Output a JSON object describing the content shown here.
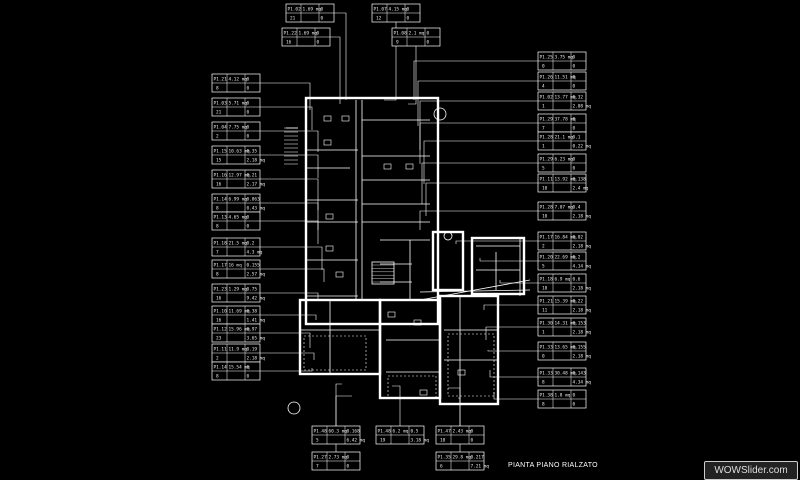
{
  "drawing_title": "PIANTA PIANO RIALZATO",
  "watermark": "WOWSlider.com",
  "line_color": "#ffffff",
  "background_color": "#000000",
  "room_tags": [
    {
      "id": "P1.02",
      "area": "1.69 mq",
      "r2a": "0",
      "r2b": "21",
      "r2c": "0"
    },
    {
      "id": "P1.07",
      "area": "4.15 mq",
      "r2a": "0",
      "r2b": "12",
      "r2c": "0"
    },
    {
      "id": "P1.22",
      "area": "1.69 mq",
      "r2a": "0",
      "r2b": "16",
      "r2c": "0"
    },
    {
      "id": "P1.08",
      "area": "2.1 mq",
      "r2a": "0",
      "r2b": "9",
      "r2c": "0"
    },
    {
      "id": "P1.21",
      "area": "4.12 mq",
      "r2a": "0",
      "r2b": "8",
      "r2c": "0"
    },
    {
      "id": "P1.03",
      "area": "5.71 mq",
      "r2a": "0",
      "r2b": "21",
      "r2c": "0"
    },
    {
      "id": "P1.04",
      "area": "7.75 mq",
      "r2a": "0",
      "r2b": "2",
      "r2c": "0"
    },
    {
      "id": "P1.15",
      "area": "10.63 mq",
      "r2a": "0.35",
      "r2b": "15",
      "r2c": "2.18 mq"
    },
    {
      "id": "P1.16",
      "area": "12.97 mq",
      "r2a": "0.21",
      "r2b": "16",
      "r2c": "2.17 mq"
    },
    {
      "id": "P1.14",
      "area": "6.99 mq",
      "r2a": "0.063",
      "r2b": "8",
      "r2c": "0.43 mq"
    },
    {
      "id": "P1.13",
      "area": "4.65 mq",
      "r2a": "0",
      "r2b": "8",
      "r2c": "0"
    },
    {
      "id": "P1.18",
      "area": "21.5 mq",
      "r2a": "0.2",
      "r2b": "7",
      "r2c": "4.3 mq"
    },
    {
      "id": "P1.17",
      "area": "16 mq",
      "r2a": "0.155",
      "r2b": "8",
      "r2c": "2.57 mq"
    },
    {
      "id": "P1.23",
      "area": "1.29 mq",
      "r2a": "0.75",
      "r2b": "16",
      "r2c": "9.42 mq"
    },
    {
      "id": "P1.10",
      "area": "11.69 mq",
      "r2a": "0.38",
      "r2b": "16",
      "r2c": "1.41 mq"
    },
    {
      "id": "P1.12",
      "area": "15.96 mq",
      "r2a": "0.97",
      "r2b": "23",
      "r2c": "3.65 mq"
    },
    {
      "id": "P1.11",
      "area": "11.9 mq",
      "r2a": "0.19",
      "r2b": "2",
      "r2c": "2.18 mq"
    },
    {
      "id": "P1.14",
      "area": "15.54 mq",
      "r2a": "0",
      "r2b": "8",
      "r2c": "0"
    },
    {
      "id": "P1.25",
      "area": "3.75 mq",
      "r2a": "0",
      "r2b": "0",
      "r2c": "0"
    },
    {
      "id": "P1.26",
      "area": "11.51 mq",
      "r2a": "0",
      "r2b": "4",
      "r2c": "0"
    },
    {
      "id": "P1.02",
      "area": "13.77 mq",
      "r2a": "0.32",
      "r2b": "1",
      "r2c": "2.08 mq"
    },
    {
      "id": "P1.29",
      "area": "37.78 mq",
      "r2a": "0",
      "r2b": "7",
      "r2c": "0"
    },
    {
      "id": "P1.28",
      "area": "21.1 mq",
      "r2a": "0.1",
      "r2b": "1",
      "r2c": "0.22 mq"
    },
    {
      "id": "P1.29",
      "area": "6.23 mq",
      "r2a": "0",
      "r2b": "5",
      "r2c": "0"
    },
    {
      "id": "P1.11",
      "area": "13.92 mq",
      "r2a": "0.138",
      "r2b": "10",
      "r2c": "2.4 mq"
    },
    {
      "id": "P1.28",
      "area": "7.07 mq",
      "r2a": "0.4",
      "r2b": "10",
      "r2c": "2.18 mq"
    },
    {
      "id": "P1.17",
      "area": "16.84 mq",
      "r2a": "0.02",
      "r2b": "2",
      "r2c": "2.18 mq"
    },
    {
      "id": "P1.20",
      "area": "22.69 mq",
      "r2a": "0.2",
      "r2b": "5",
      "r2c": "4.14 mq"
    },
    {
      "id": "P1.18",
      "area": "6.9 mq",
      "r2a": "0.6",
      "r2b": "18",
      "r2c": "2.18 mq"
    },
    {
      "id": "P1.21",
      "area": "15.39 mq",
      "r2a": "0.22",
      "r2b": "11",
      "r2c": "2.18 mq"
    },
    {
      "id": "P1.30",
      "area": "14.31 mq",
      "r2a": "0.153",
      "r2b": "1",
      "r2c": "2.18 mq"
    },
    {
      "id": "P1.33",
      "area": "13.65 mq",
      "r2a": "0.155",
      "r2b": "0",
      "r2c": "2.18 mq"
    },
    {
      "id": "P1.33",
      "area": "30.48 mq",
      "r2a": "0.143",
      "r2b": "8",
      "r2c": "4.34 mq"
    },
    {
      "id": "P1.38",
      "area": "1.8 mq",
      "r2a": "0",
      "r2b": "8",
      "r2c": "0"
    },
    {
      "id": "P1.48",
      "area": "60.3 mq",
      "r2a": "0.168",
      "r2b": "5",
      "r2c": "6.42 mq"
    },
    {
      "id": "P1.48",
      "area": "6.2 mq",
      "r2a": "0.5",
      "r2b": "19",
      "r2c": "3.18 mq"
    },
    {
      "id": "P1.47",
      "area": "2.43 mq",
      "r2a": "0",
      "r2b": "10",
      "r2c": "0"
    },
    {
      "id": "P1.27",
      "area": "2.73 mq",
      "r2a": "0",
      "r2b": "7",
      "r2c": "0"
    },
    {
      "id": "P1.35",
      "area": "29.8 mq",
      "r2a": "0.217",
      "r2b": "6",
      "r2c": "7.21 mq"
    }
  ]
}
